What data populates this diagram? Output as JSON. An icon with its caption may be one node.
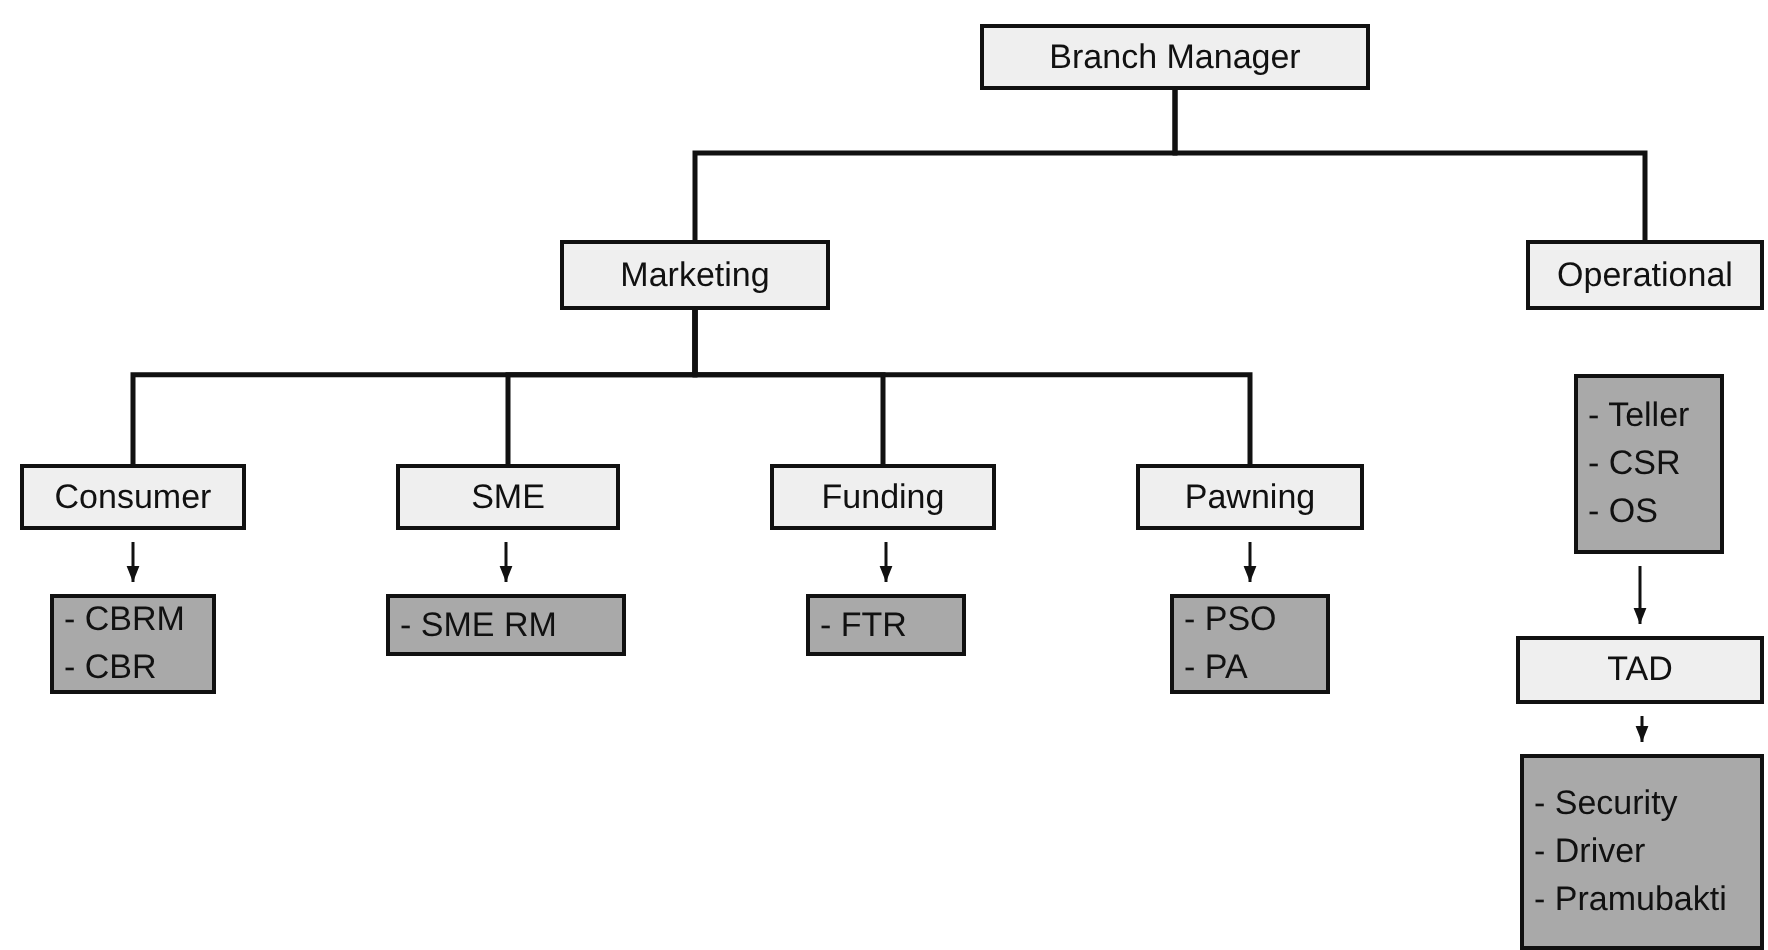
{
  "diagram": {
    "nodes": [
      {
        "text": [
          "Branch Manager"
        ]
      },
      {
        "text": [
          "Marketing"
        ]
      },
      {
        "text": [
          "Operational"
        ]
      },
      {
        "text": [
          "Consumer"
        ]
      },
      {
        "text": [
          "SME"
        ]
      },
      {
        "text": [
          "Funding"
        ]
      },
      {
        "text": [
          "Pawning"
        ]
      },
      {
        "text": [
          "- CBRM",
          "- CBR"
        ]
      },
      {
        "text": [
          "- SME RM"
        ]
      },
      {
        "text": [
          "- FTR"
        ]
      },
      {
        "text": [
          "- PSO",
          "- PA"
        ]
      },
      {
        "text": [
          "- Teller",
          "- CSR",
          "- OS"
        ]
      },
      {
        "text": [
          "TAD"
        ]
      },
      {
        "text": [
          "- Security",
          "- Driver",
          "- Pramubakti"
        ]
      }
    ],
    "edges": [
      {
        "from": 0,
        "to": 1,
        "arrow": "none"
      },
      {
        "from": 0,
        "to": 2,
        "arrow": "none"
      },
      {
        "from": 1,
        "to": 3,
        "arrow": "none"
      },
      {
        "from": 1,
        "to": 4,
        "arrow": "none"
      },
      {
        "from": 1,
        "to": 5,
        "arrow": "none"
      },
      {
        "from": 1,
        "to": 6,
        "arrow": "none"
      },
      {
        "from": 3,
        "to": 7,
        "arrow": "to"
      },
      {
        "from": 4,
        "to": 8,
        "arrow": "to"
      },
      {
        "from": 5,
        "to": 9,
        "arrow": "to"
      },
      {
        "from": 6,
        "to": 10,
        "arrow": "to"
      },
      {
        "from": 11,
        "to": 12,
        "arrow": "to"
      },
      {
        "from": 12,
        "to": 13,
        "arrow": "to"
      }
    ]
  }
}
